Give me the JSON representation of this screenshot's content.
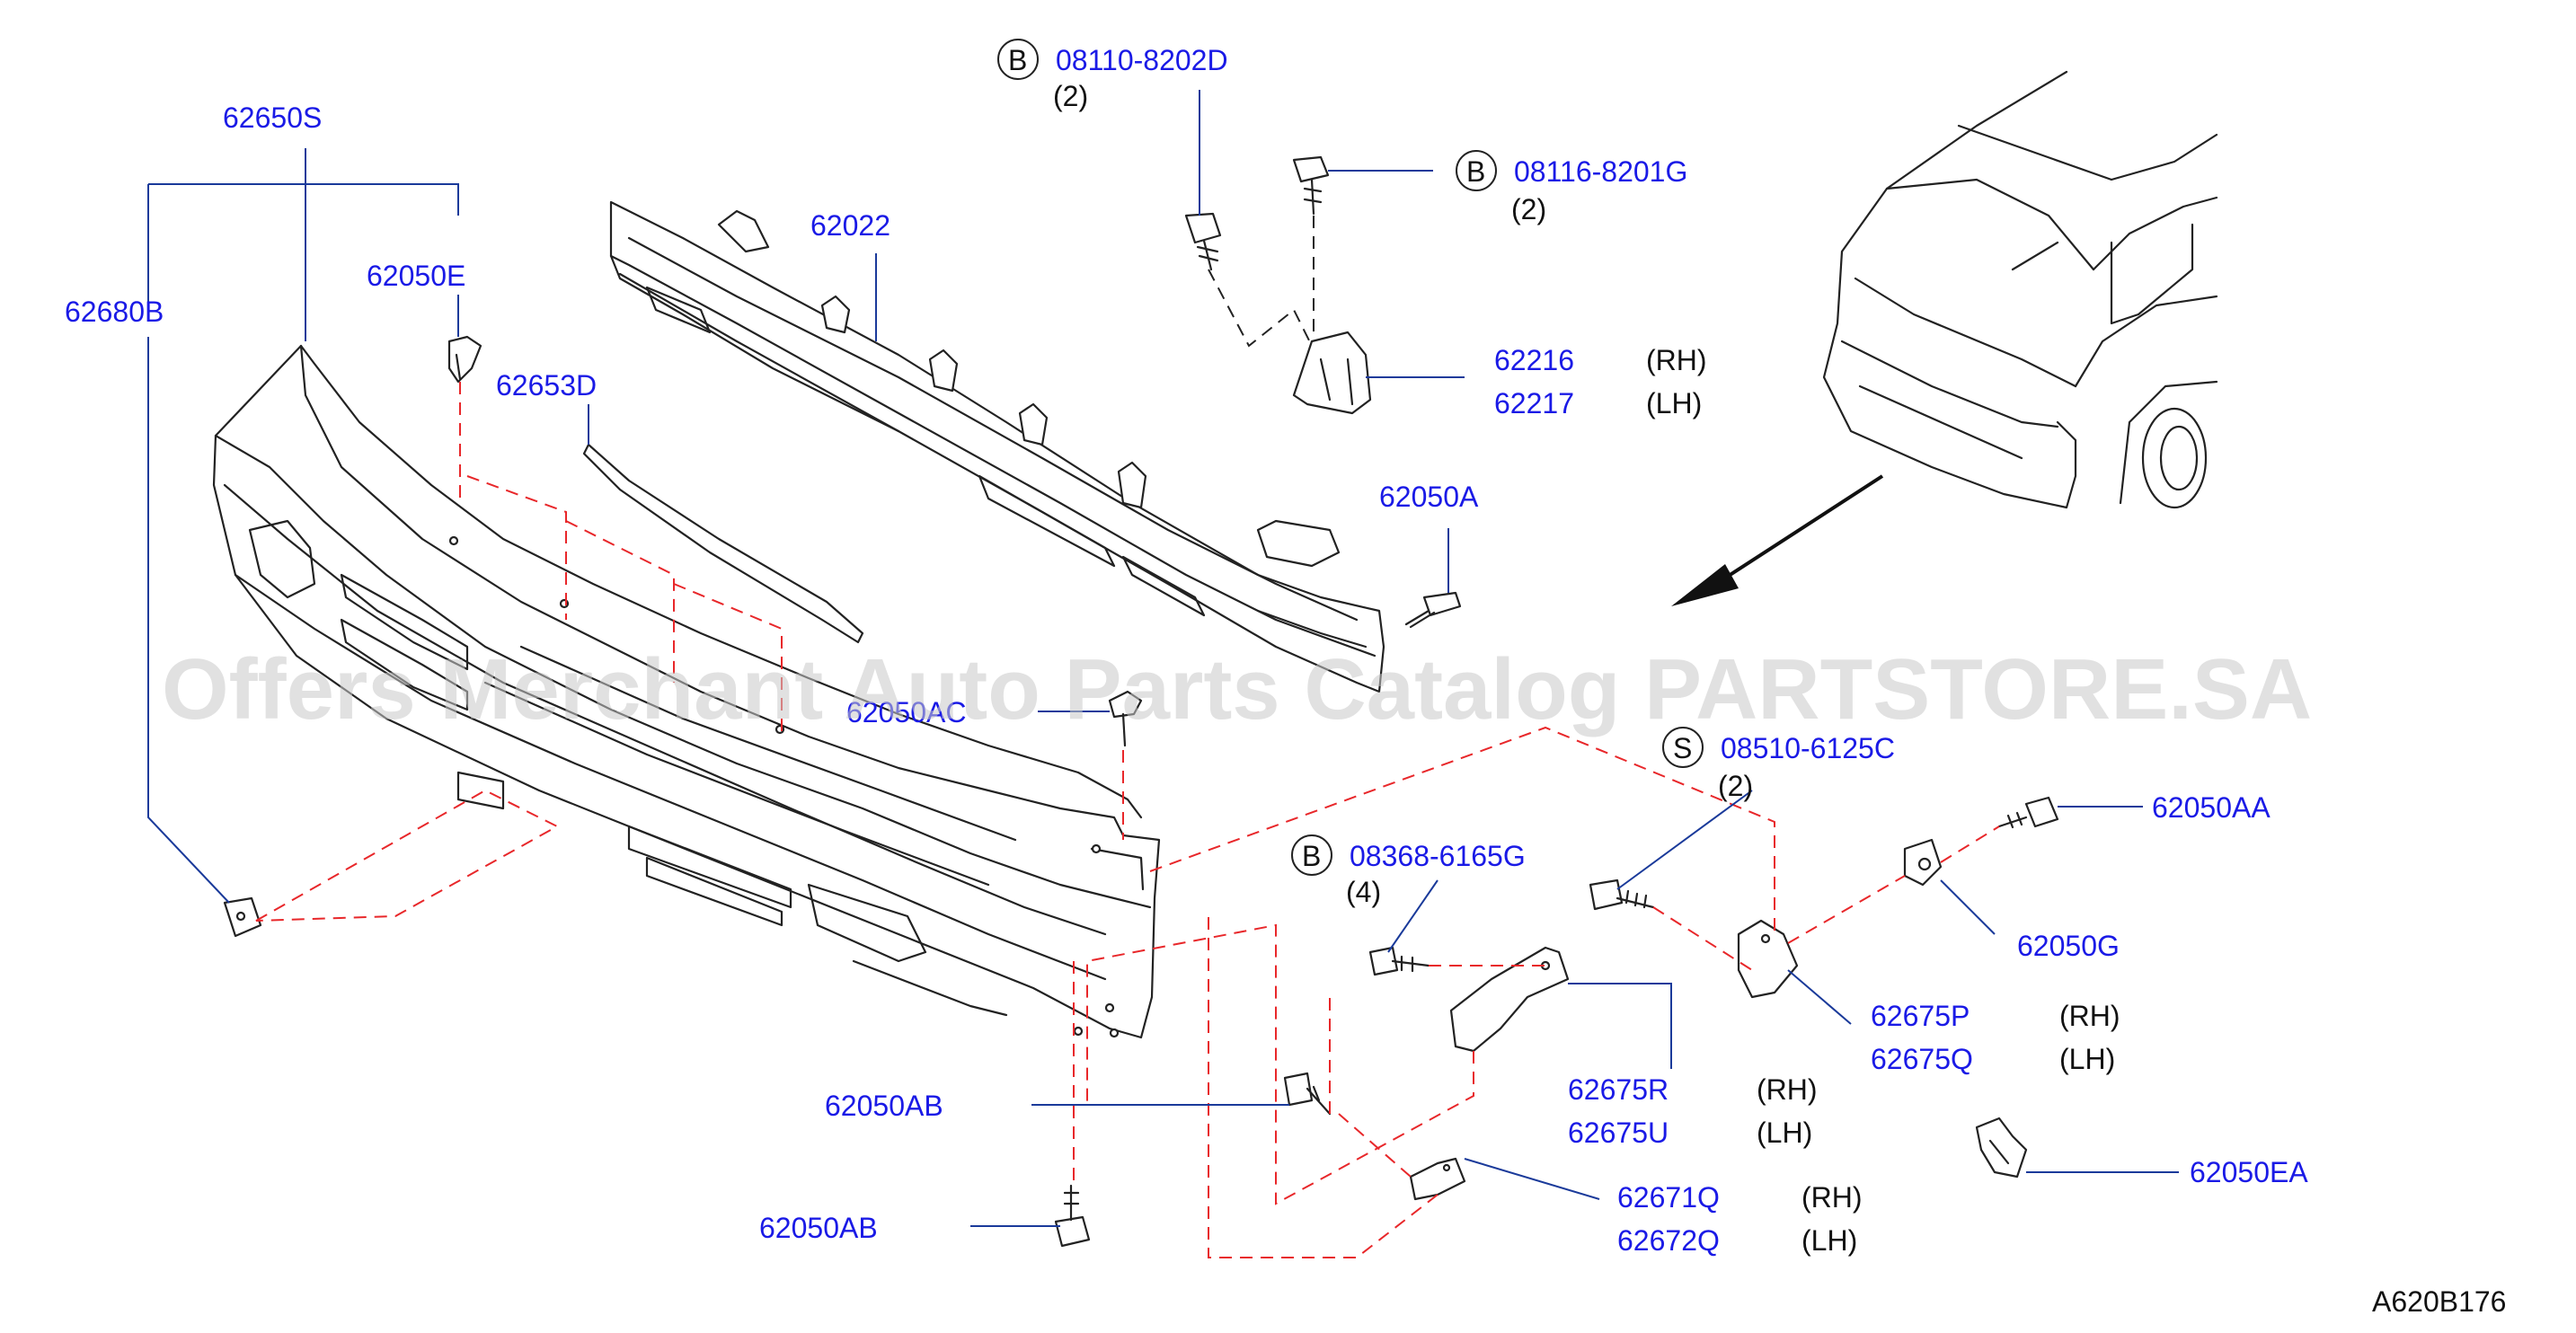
{
  "watermark": "Offers Merchant Auto Parts Catalog PARTSTORE.SA",
  "diagram_code": "A620B176",
  "callouts": {
    "p62650S": "62650S",
    "p62680B": "62680B",
    "p62050E": "62050E",
    "p62653D": "62653D",
    "p62022": "62022",
    "p62050AC": "62050AC",
    "bolt1_mark": "B",
    "bolt1_num": "08110-8202D",
    "bolt1_qty": "(2)",
    "bolt2_mark": "B",
    "bolt2_num": "08116-8201G",
    "bolt2_qty": "(2)",
    "p62216": "62216",
    "p62216_side": "(RH)",
    "p62217": "62217",
    "p62217_side": "(LH)",
    "p62050A": "62050A",
    "screw_mark": "S",
    "screw_num": "08510-6125C",
    "screw_qty": "(2)",
    "p62050AA": "62050AA",
    "bolt3_mark": "B",
    "bolt3_num": "08368-6165G",
    "bolt3_qty": "(4)",
    "p62050G": "62050G",
    "p62675P": "62675P",
    "p62675P_side": "(RH)",
    "p62675Q": "62675Q",
    "p62675Q_side": "(LH)",
    "p62675R": "62675R",
    "p62675R_side": "(RH)",
    "p62675U": "62675U",
    "p62675U_side": "(LH)",
    "p62050AB_a": "62050AB",
    "p62050AB_b": "62050AB",
    "p62671Q": "62671Q",
    "p62671Q_side": "(RH)",
    "p62672Q": "62672Q",
    "p62672Q_side": "(LH)",
    "p62050EA": "62050EA"
  }
}
